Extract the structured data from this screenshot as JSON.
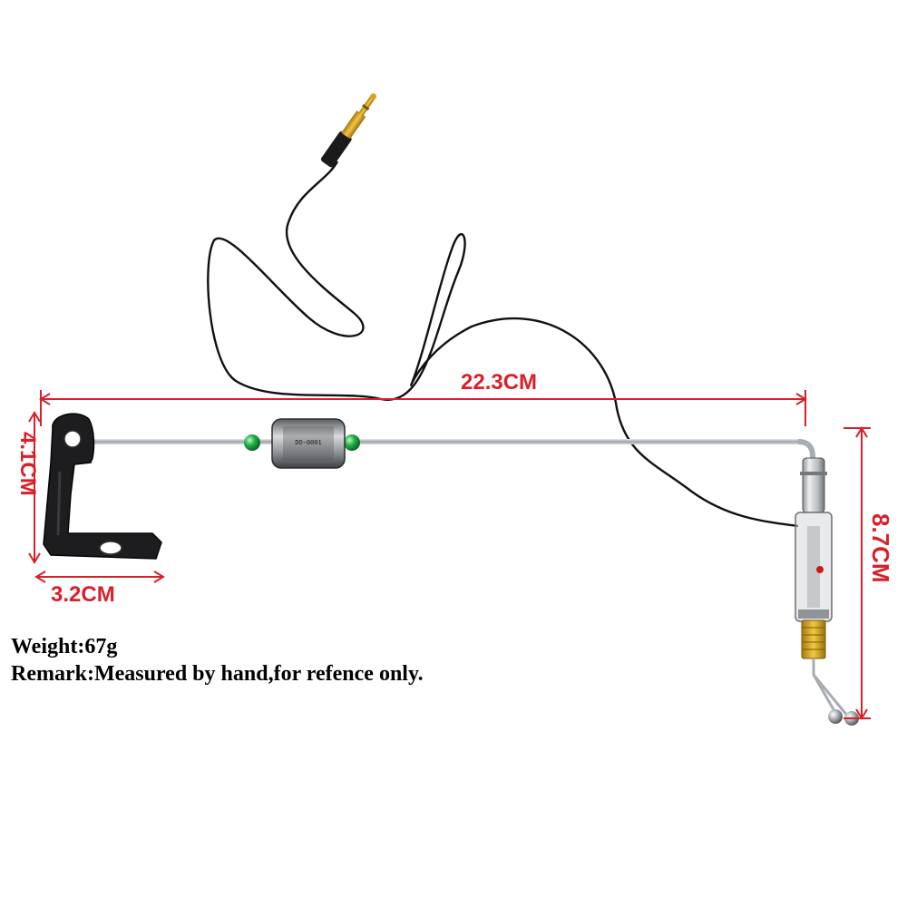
{
  "dimensions": {
    "overall_length": "22.3CM",
    "bracket_height": "4.1CM",
    "bracket_width": "3.2CM",
    "hanger_height": "8.7CM"
  },
  "notes": {
    "weight": "Weight:67g",
    "remark": "Remark:Measured by hand,for refence only."
  },
  "colors": {
    "dimension_red": "#d9202a",
    "bead_green": "#22b14c",
    "cable_black": "#111111",
    "rod_steel": "#b8bcc0",
    "jack_gold": "#d9a728",
    "bracket_black": "#1d1d1f"
  }
}
